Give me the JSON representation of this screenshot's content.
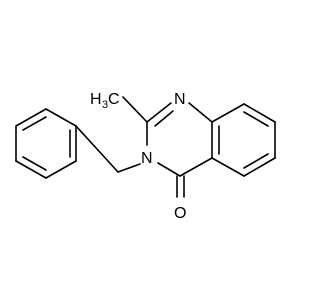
{
  "molecule": {
    "labels": {
      "methyl_main": "H",
      "methyl_sub": "3",
      "methyl_c": "C",
      "nitrogen_1": "N",
      "nitrogen_3": "N",
      "oxygen": "O"
    },
    "colors": {
      "bond": "#000000",
      "text": "#000000",
      "background": "#ffffff"
    }
  }
}
